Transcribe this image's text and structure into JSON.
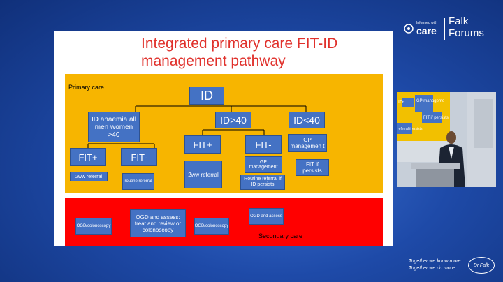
{
  "slide": {
    "title": "Integrated primary care FIT-ID management pathway",
    "primary_label": "Primary care",
    "secondary_label": "Secondary care",
    "boxes": {
      "id": "ID",
      "id_anaemia": "ID anaemia all men women >40",
      "id_gt40": "ID>40",
      "id_lt40": "ID<40",
      "fit_plus_left": "FIT+",
      "fit_minus_left": "FIT-",
      "fit_plus_mid": "FIT+",
      "fit_minus_mid": "FIT-",
      "gp_management_right": "GP managemen t",
      "ww_referral_left": "2ww referral",
      "routine_referral": "routine referral",
      "ww_referral_mid": "2ww referral",
      "gp_management_mid": "GP management",
      "routine_referral_if": "Routine referral if ID persists",
      "fit_if_persists": "FIT if persists",
      "ogd_colonoscopy_left": "OGD/colonoscopy",
      "ogd_assess_treat": "OGD and assess: treat and review or colonoscopy",
      "ogd_colonoscopy_mid": "OGD/colonoscopy",
      "ogd_assess_right": "OGD and assess"
    }
  },
  "brand": {
    "informed_with": "Informed with",
    "care": "care",
    "falk_forums": "Falk Forums",
    "tagline_line1": "Together we know more.",
    "tagline_line2": "Together we do more.",
    "drfalk": "Dr.Falk"
  },
  "video": {
    "slide_fragment_1": "ID-",
    "slide_fragment_2": "GP manageme",
    "slide_fragment_3": "FIT if persists",
    "slide_fragment_4": "referral if ersists"
  },
  "colors": {
    "primary_bg": "#f7b500",
    "secondary_bg": "#ff0000",
    "box": "#4472c4",
    "title": "#e0312c"
  }
}
